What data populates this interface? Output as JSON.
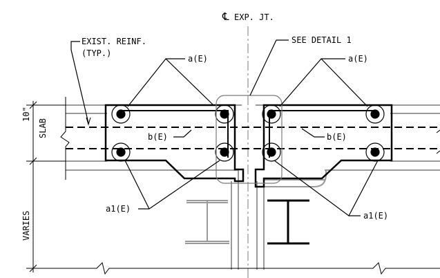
{
  "labels": {
    "centerline_symbol": "℄",
    "exp_jt": "EXP. JT.",
    "exist_reinf_line1": "EXIST. REINF.",
    "exist_reinf_line2": "(TYP.)",
    "see_detail": "SEE DETAIL 1",
    "a_left": "a(E)",
    "a_right": "a(E)",
    "b_left": "b(E)",
    "b_right": "b(E)",
    "a1_left": "a1(E)",
    "a1_right": "a1(E)",
    "dim_10": "10\"",
    "dim_slab": "SLAB",
    "dim_varies": "VARIES"
  },
  "colors": {
    "line": "#000000",
    "existing": "#9a9a9a",
    "centerline": "#7a7a7a"
  }
}
